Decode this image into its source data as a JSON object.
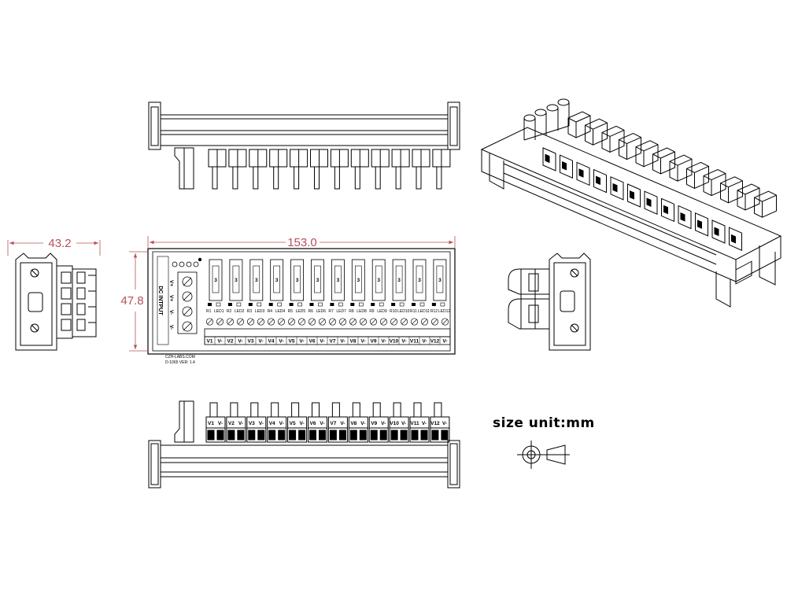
{
  "dimensions": {
    "depth": "43.2",
    "length": "153.0",
    "height": "47.8"
  },
  "units_note": "size unit:mm",
  "board": {
    "input_title": "DC INTPUT",
    "input_pins": [
      "V+",
      "V+",
      "V-",
      "V-"
    ],
    "brand": "CZH-LABS.COM",
    "version": "D-1065  VER: 1.4",
    "resistors": [
      "R1",
      "R2",
      "R3",
      "R4",
      "R5",
      "R6",
      "R7",
      "R8",
      "R9",
      "R10",
      "R11",
      "R12"
    ],
    "leds": [
      "LED1",
      "LED2",
      "LED3",
      "LED4",
      "LED5",
      "LED6",
      "LED7",
      "LED8",
      "LED9",
      "LED10",
      "LED11",
      "LED12"
    ],
    "fuse_mark": "3",
    "outputs": [
      "V1",
      "V-",
      "V2",
      "V-",
      "V3",
      "V-",
      "V4",
      "V-",
      "V5",
      "V-",
      "V6",
      "V-",
      "V7",
      "V-",
      "V8",
      "V-",
      "V9",
      "V-",
      "V10",
      "V-",
      "V11",
      "V-",
      "V12",
      "V-"
    ]
  }
}
